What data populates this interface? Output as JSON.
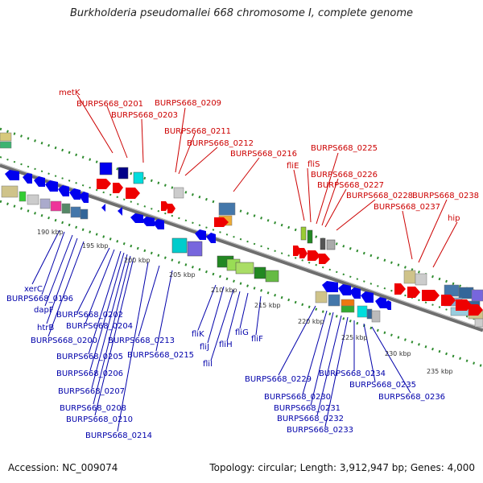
{
  "title": "Burkholderia pseudomallei 668 chromosome I, complete genome",
  "footer": {
    "accession": "Accession: NC_009074",
    "summary": "Topology: circular; Length: 3,912,947 bp; Genes: 4,000"
  },
  "colors": {
    "top_labels": "#cc0000",
    "bottom_labels": "#0000aa",
    "backbone": "#808080",
    "dotted_track": "#2e8b2e",
    "forward_arrow": "#ee0000",
    "reverse_arrow": "#0000ee"
  },
  "scale_labels": [
    "190 kbp",
    "195 kbp",
    "200 kbp",
    "205 kbp",
    "210 kbp",
    "215 kbp",
    "220 kbp",
    "225 kbp",
    "230 kbp",
    "235 kbp"
  ],
  "top_genes": [
    "metK",
    "BURPS668_0201",
    "BURPS668_0203",
    "BURPS668_0209",
    "BURPS668_0211",
    "BURPS668_0212",
    "BURPS668_0216",
    "BURPS668_0225",
    "fliE",
    "fliS",
    "BURPS668_0226",
    "BURPS668_0227",
    "BURPS668_0228",
    "BURPS668_0238",
    "BURPS668_0237",
    "hip"
  ],
  "bottom_genes": [
    "xerC",
    "BURPS668_0196",
    "dapF",
    "htrB",
    "BURPS668_0200",
    "BURPS668_0202",
    "BURPS668_0204",
    "BURPS668_0205",
    "BURPS668_0206",
    "BURPS668_0207",
    "BURPS668_0208",
    "BURPS668_0210",
    "BURPS668_0214",
    "BURPS668_0213",
    "BURPS668_0215",
    "fliK",
    "fliJ",
    "fliI",
    "fliH",
    "fliG",
    "fliF",
    "BURPS668_0229",
    "BURPS668_0230",
    "BURPS668_0231",
    "BURPS668_0232",
    "BURPS668_0233",
    "BURPS668_0234",
    "BURPS668_0235",
    "BURPS668_0236"
  ]
}
